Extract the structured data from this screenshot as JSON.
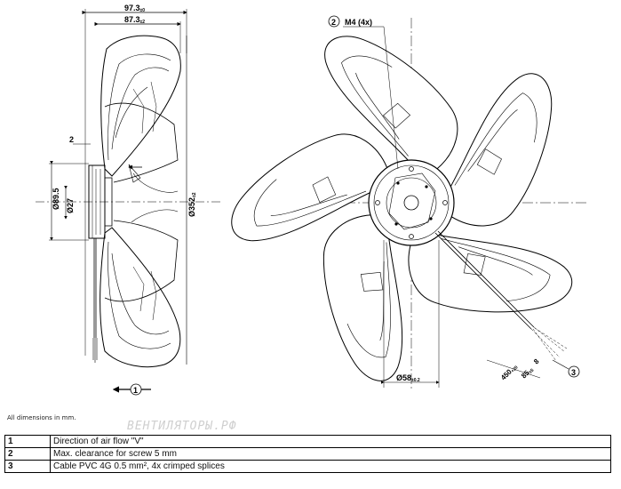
{
  "side_view": {
    "dim_overall": "97.3",
    "dim_overall_tol": "±0",
    "dim_inner": "87.3",
    "dim_inner_tol": "±2",
    "dim_offset": "2",
    "dim_hub_outer": "Ø89.5",
    "dim_hub_inner": "Ø27",
    "dim_fan": "Ø352",
    "dim_fan_tol": "±2",
    "airflow_callout": "1"
  },
  "front_view": {
    "screw_callout": "2",
    "screw_label": "M4 (4x)",
    "hub_dim": "Ø58",
    "hub_dim_tol": "±0.2",
    "cable_callout": "3",
    "cable_dim_1": "450",
    "cable_dim_1_tol": "+20",
    "cable_dim_2": "85",
    "cable_dim_2_tol": "±5",
    "cable_dim_3": "8"
  },
  "note": "All dimensions in mm.",
  "watermark": "ВЕНТИЛЯТОРЫ.РФ",
  "legend": [
    {
      "num": "1",
      "text": "Direction of air flow \"V\""
    },
    {
      "num": "2",
      "text": "Max. clearance for screw 5 mm"
    },
    {
      "num": "3",
      "text": "Cable PVC 4G 0.5 mm², 4x crimped splices"
    }
  ]
}
